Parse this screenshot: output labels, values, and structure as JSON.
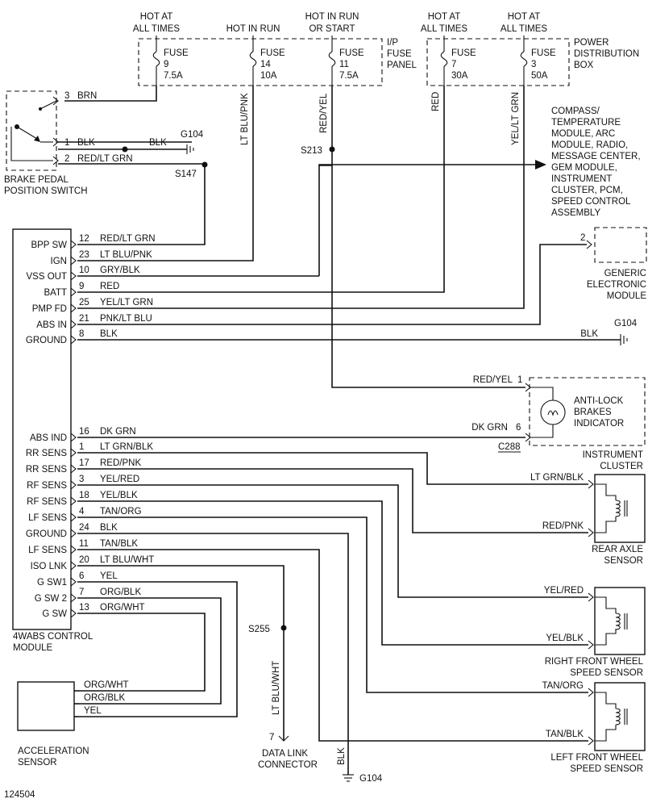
{
  "diagram_id": "124504",
  "panels": {
    "ip_fuse_panel": "I/P FUSE PANEL",
    "power_dist_box": "POWER DISTRIBUTION BOX"
  },
  "fuses": [
    {
      "heading": "HOT AT ALL TIMES",
      "label": "FUSE",
      "number": "9",
      "rating": "7.5A"
    },
    {
      "heading": "HOT IN RUN",
      "label": "FUSE",
      "number": "14",
      "rating": "10A"
    },
    {
      "heading": "HOT IN RUN OR START",
      "label": "FUSE",
      "number": "11",
      "rating": "7.5A"
    },
    {
      "heading": "HOT AT ALL TIMES",
      "label": "FUSE",
      "number": "7",
      "rating": "30A"
    },
    {
      "heading": "HOT AT ALL TIMES",
      "label": "FUSE",
      "number": "3",
      "rating": "50A"
    }
  ],
  "vertical_wire_labels": {
    "fuse14": "LT BLU/PNK",
    "fuse11": "RED/YEL",
    "fuse7": "RED",
    "fuse3": "YEL/LT GRN",
    "dlc": "LT BLU/WHT",
    "ground_bottom": "BLK"
  },
  "splices": {
    "s213": "S213",
    "s147": "S147",
    "s255": "S255"
  },
  "grounds": {
    "top": "G104",
    "right": "G104",
    "bottom": "G104"
  },
  "brake_switch": {
    "name": "BRAKE PEDAL POSITION SWITCH",
    "pins": [
      {
        "pin": "3",
        "color": "BRN"
      },
      {
        "pin": "1",
        "color": "BLK"
      },
      {
        "pin": "2",
        "color": "RED/LT GRN"
      }
    ],
    "ground_wire": "BLK"
  },
  "compass_module": "COMPASS/ TEMPERATURE MODULE, ARC MODULE, RADIO, MESSAGE CENTER, GEM MODULE, INSTRUMENT CLUSTER, PCM, SPEED CONTROL ASSEMBLY",
  "gem": {
    "name": "GENERIC ELECTRONIC MODULE",
    "pin": "2"
  },
  "cluster": {
    "name": "INSTRUMENT CLUSTER",
    "indicator": "ANTI-LOCK BRAKES INDICATOR",
    "connector": "C288",
    "pin1_label": "RED/YEL",
    "pin1": "1",
    "pin6_label": "DK GRN",
    "pin6": "6"
  },
  "module": {
    "name": "4WABS CONTROL MODULE",
    "pins": [
      {
        "label": "BPP SW",
        "pin": "12",
        "color": "RED/LT GRN"
      },
      {
        "label": "IGN",
        "pin": "23",
        "color": "LT BLU/PNK"
      },
      {
        "label": "VSS OUT",
        "pin": "10",
        "color": "GRY/BLK"
      },
      {
        "label": "BATT",
        "pin": "9",
        "color": "RED"
      },
      {
        "label": "PMP FD",
        "pin": "25",
        "color": "YEL/LT GRN"
      },
      {
        "label": "ABS IN",
        "pin": "21",
        "color": "PNK/LT BLU"
      },
      {
        "label": "GROUND",
        "pin": "8",
        "color": "BLK"
      },
      {
        "label": "ABS IND",
        "pin": "16",
        "color": "DK GRN"
      },
      {
        "label": "RR SENS",
        "pin": "1",
        "color": "LT GRN/BLK"
      },
      {
        "label": "RR SENS",
        "pin": "17",
        "color": "RED/PNK"
      },
      {
        "label": "RF SENS",
        "pin": "3",
        "color": "YEL/RED"
      },
      {
        "label": "RF SENS",
        "pin": "18",
        "color": "YEL/BLK"
      },
      {
        "label": "LF SENS",
        "pin": "4",
        "color": "TAN/ORG"
      },
      {
        "label": "GROUND",
        "pin": "24",
        "color": "BLK"
      },
      {
        "label": "LF SENS",
        "pin": "11",
        "color": "TAN/BLK"
      },
      {
        "label": "ISO LNK",
        "pin": "20",
        "color": "LT BLU/WHT"
      },
      {
        "label": "G SW1",
        "pin": "6",
        "color": "YEL"
      },
      {
        "label": "G SW 2",
        "pin": "7",
        "color": "ORG/BLK"
      },
      {
        "label": "G SW",
        "pin": "13",
        "color": "ORG/WHT"
      }
    ]
  },
  "ground_right_wire": "BLK",
  "sensors": [
    {
      "name": "REAR AXLE SENSOR",
      "wire_top": "LT GRN/BLK",
      "wire_bottom": "RED/PNK"
    },
    {
      "name": "RIGHT FRONT WHEEL SPEED SENSOR",
      "wire_top": "YEL/RED",
      "wire_bottom": "YEL/BLK"
    },
    {
      "name": "LEFT FRONT WHEEL SPEED SENSOR",
      "wire_top": "TAN/ORG",
      "wire_bottom": "TAN/BLK"
    }
  ],
  "accel": {
    "name": "ACCELERATION SENSOR",
    "wires": [
      "ORG/WHT",
      "ORG/BLK",
      "YEL"
    ]
  },
  "dlc": {
    "name": "DATA LINK CONNECTOR",
    "pin": "7"
  }
}
